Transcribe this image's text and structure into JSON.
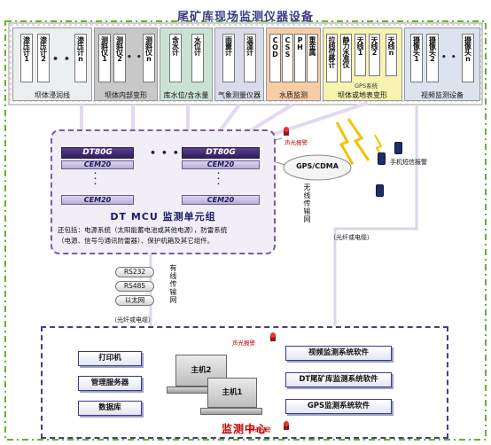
{
  "title": "尾矿库现场监测仪器设备",
  "groups": [
    {
      "label": "坝体浸润线",
      "instruments": [
        "渗压计1",
        "渗压计2",
        "渗压计n"
      ]
    },
    {
      "label": "坝体内部变形",
      "instruments": [
        "测斜仪1",
        "测斜仪2",
        "测斜仪n"
      ]
    },
    {
      "label": "库水位/含水量",
      "instruments": [
        "含水计",
        "水位计"
      ]
    },
    {
      "label": "气象测量仪器",
      "instruments": [
        "雨量计",
        "温湿计"
      ]
    },
    {
      "label": "水质监测",
      "instruments": [
        "COD",
        "CSS",
        "PH",
        "重金属"
      ]
    },
    {
      "label": "坝体或地表变形",
      "instruments": [
        "拉线位移计",
        "静力水准仪",
        "天线1",
        "天线2",
        "天线n"
      ],
      "sublabel": "GPS系统"
    },
    {
      "label": "视频监测设备",
      "instruments": [
        "摄像头1",
        "摄像头2",
        "摄像头n"
      ]
    }
  ],
  "ellipsis": "• • •",
  "mcu": {
    "module_primary": "DT80G",
    "module_secondary": "CEM20",
    "title": "DT MCU 监测单元组",
    "note_lines": [
      "还包括：电源系统（太阳能蓄电池或其他电源），防雷系统",
      "（电源、信号与通讯防雷器）、保护机箱及其它组件。"
    ]
  },
  "gprs_label": "GPS/CDMA",
  "wireless_net": "无线传输网",
  "wired_net": "有线传输网",
  "sound_alarm": "声光报警",
  "sms_alarm": "手机短信报警",
  "fiber_label": "（光纤或电缆）",
  "protocols": [
    "RS232",
    "RS485",
    "以太网"
  ],
  "center": {
    "title": "监测中心",
    "left_items": [
      "打印机",
      "管理服务器",
      "数据库"
    ],
    "host1": "主机1",
    "host2": "主机2",
    "right_items": [
      "视频监测系统软件",
      "DT尾矿库监测系统软件",
      "GPS监测系统软件"
    ]
  },
  "colors": {
    "green_dash": "#66b22a",
    "purple": "#7a5aa8",
    "alarm_red": "#c00000",
    "lightning": "#f3c300"
  }
}
